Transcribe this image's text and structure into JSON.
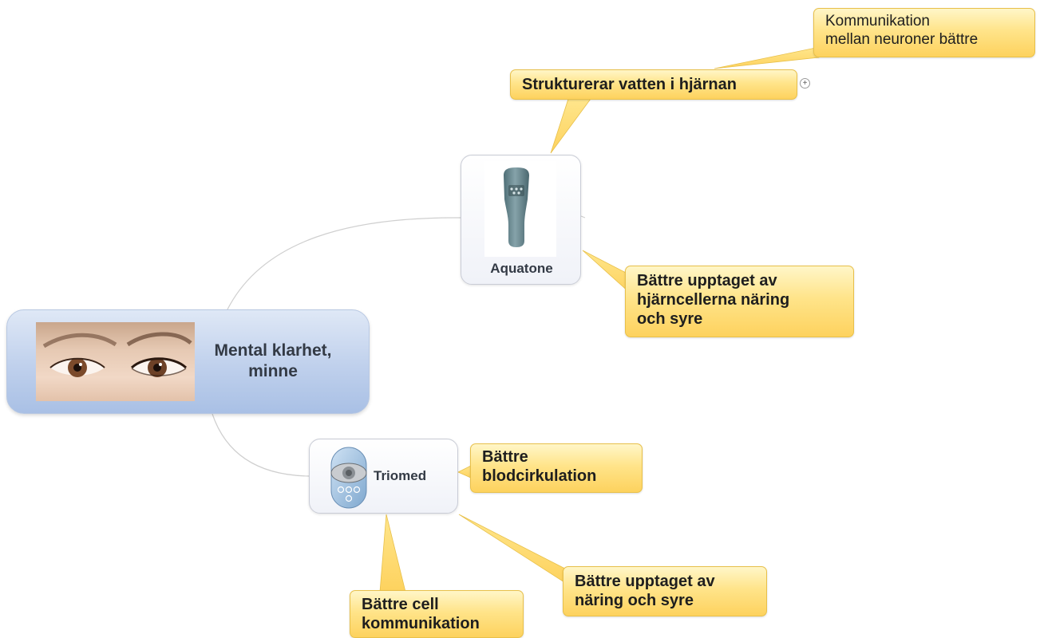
{
  "central": {
    "title_line1": "Mental klarhet,",
    "title_line2": "minne"
  },
  "aquatone": {
    "label": "Aquatone"
  },
  "triomed": {
    "label": "Triomed"
  },
  "callouts": {
    "kommunikation_line1": "Kommunikation",
    "kommunikation_line2": "mellan neuroner bättre",
    "strukturerar": "Strukturerar vatten i hjärnan",
    "upptaget_hjarn_line1": "Bättre upptaget av",
    "upptaget_hjarn_line2": "hjärncellerna näring",
    "upptaget_hjarn_line3": "och syre",
    "blod_line1": "Bättre",
    "blod_line2": "blodcirkulation",
    "upptaget_line1": "Bättre upptaget av",
    "upptaget_line2": "näring och syre",
    "cell_line1": "Bättre cell",
    "cell_line2": "kommunikation"
  },
  "expand_symbol": "+",
  "colors": {
    "callout": "#fdd25e",
    "central": "#bfd0ec",
    "connector": "#cfcfcf"
  }
}
